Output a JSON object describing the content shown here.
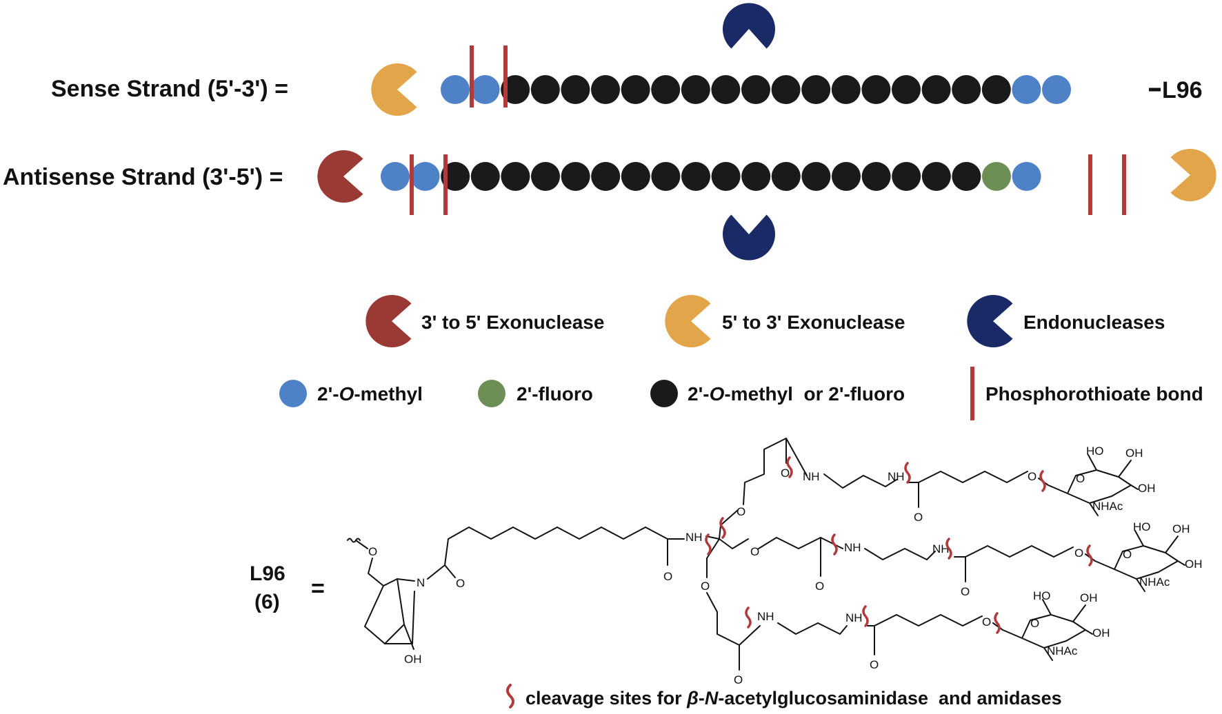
{
  "strands": {
    "sense_label": "Sense Strand (5'-3') =",
    "antisense_label": "Antisense Strand (3'-5') =",
    "sense_ligand": "L96",
    "sense_beads": [
      "blue",
      "blue",
      "black",
      "black",
      "black",
      "black",
      "black",
      "black",
      "black",
      "black",
      "black",
      "black",
      "black",
      "black",
      "black",
      "black",
      "black",
      "black",
      "black",
      "blue",
      "blue"
    ],
    "antisense_beads": [
      "blue",
      "blue",
      "black",
      "black",
      "black",
      "black",
      "black",
      "black",
      "black",
      "black",
      "black",
      "black",
      "black",
      "black",
      "black",
      "black",
      "black",
      "black",
      "black",
      "black",
      "green",
      "blue"
    ]
  },
  "legend": {
    "exo35": "3' to 5' Exonuclease",
    "exo53": "5' to 3' Exonuclease",
    "endo": "Endonucleases",
    "ome_prefix": "2'-",
    "ome_italic": "O",
    "ome_suffix": "-methyl",
    "fluoro": "2'-fluoro",
    "either_prefix": "2'-",
    "either_italic": "O",
    "either_suffix": "-methyl  or 2'-fluoro",
    "ps_bond": "Phosphorothioate bond"
  },
  "ligand": {
    "name": "L96",
    "number": "(6)",
    "equals": "=",
    "cleavage_prefix": "cleavage sites for ",
    "cleavage_beta": "β",
    "cleavage_dash": "-",
    "cleavage_N": "N",
    "cleavage_suffix": "-acetylglucosaminidase  and amidases",
    "atoms": {
      "O": "O",
      "N": "N",
      "OH": "OH",
      "HO": "HO",
      "NH": "NH",
      "NHAc": "NHAc"
    }
  },
  "colors": {
    "ome": "#4f81c7",
    "fluoro": "#6d8f55",
    "either": "#1a1a1a",
    "ps_bond": "#b23a3a",
    "exo35": "#9b3a35",
    "exo53": "#e3a54a",
    "endo": "#1a2a66",
    "cleavage": "#b23a3a"
  },
  "icons": {
    "exo35": "pacman-icon",
    "exo53": "pacman-icon",
    "endo": "pacman-icon",
    "cleavage": "squiggle-icon"
  }
}
